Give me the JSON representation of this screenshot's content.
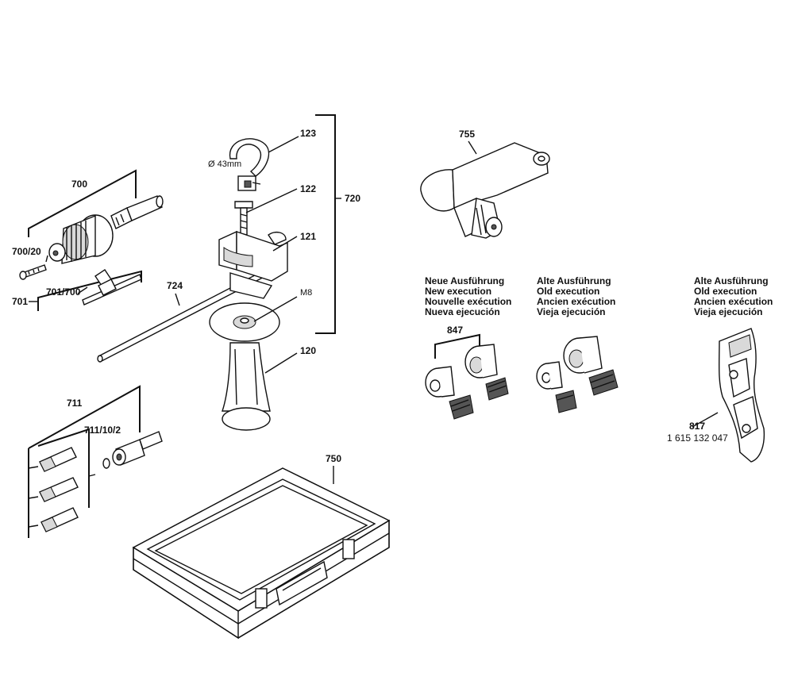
{
  "labels": {
    "p700": "700",
    "p700_20": "700/20",
    "p701": "701",
    "p701_700": "701/700",
    "p724": "724",
    "p123": "123",
    "p122": "122",
    "p121": "121",
    "p720": "720",
    "p120": "120",
    "m8": "M8",
    "dia43": "Ø 43mm",
    "p755": "755",
    "p847": "847",
    "p711": "711",
    "p711_10_2": "711/10/2",
    "p750": "750",
    "p817": "817",
    "p817_number": "1 615 132 047"
  },
  "captions": {
    "new": [
      "Neue Ausführung",
      "New execution",
      "Nouvelle exécution",
      "Nueva ejecución"
    ],
    "old_mid": [
      "Alte Ausführung",
      "Old execution",
      "Ancien exécution",
      "Vieja ejecución"
    ],
    "old_right": [
      "Alte Ausführung",
      "Old execution",
      "Ancien exécution",
      "Vieja ejecución"
    ]
  }
}
